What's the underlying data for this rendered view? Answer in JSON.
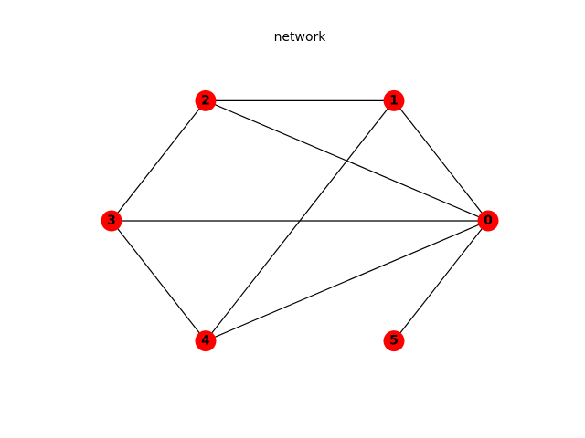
{
  "title": "network",
  "colors": {
    "node_fill": "#ff0000",
    "edge_stroke": "#000000",
    "background": "#ffffff"
  },
  "graph": {
    "layout": "circular",
    "nodes": [
      {
        "id": "0",
        "label": "0"
      },
      {
        "id": "1",
        "label": "1"
      },
      {
        "id": "2",
        "label": "2"
      },
      {
        "id": "3",
        "label": "3"
      },
      {
        "id": "4",
        "label": "4"
      },
      {
        "id": "5",
        "label": "5"
      }
    ],
    "edges": [
      [
        "0",
        "1"
      ],
      [
        "0",
        "2"
      ],
      [
        "0",
        "3"
      ],
      [
        "0",
        "4"
      ],
      [
        "0",
        "5"
      ],
      [
        "1",
        "2"
      ],
      [
        "1",
        "4"
      ],
      [
        "2",
        "3"
      ],
      [
        "3",
        "4"
      ]
    ]
  }
}
